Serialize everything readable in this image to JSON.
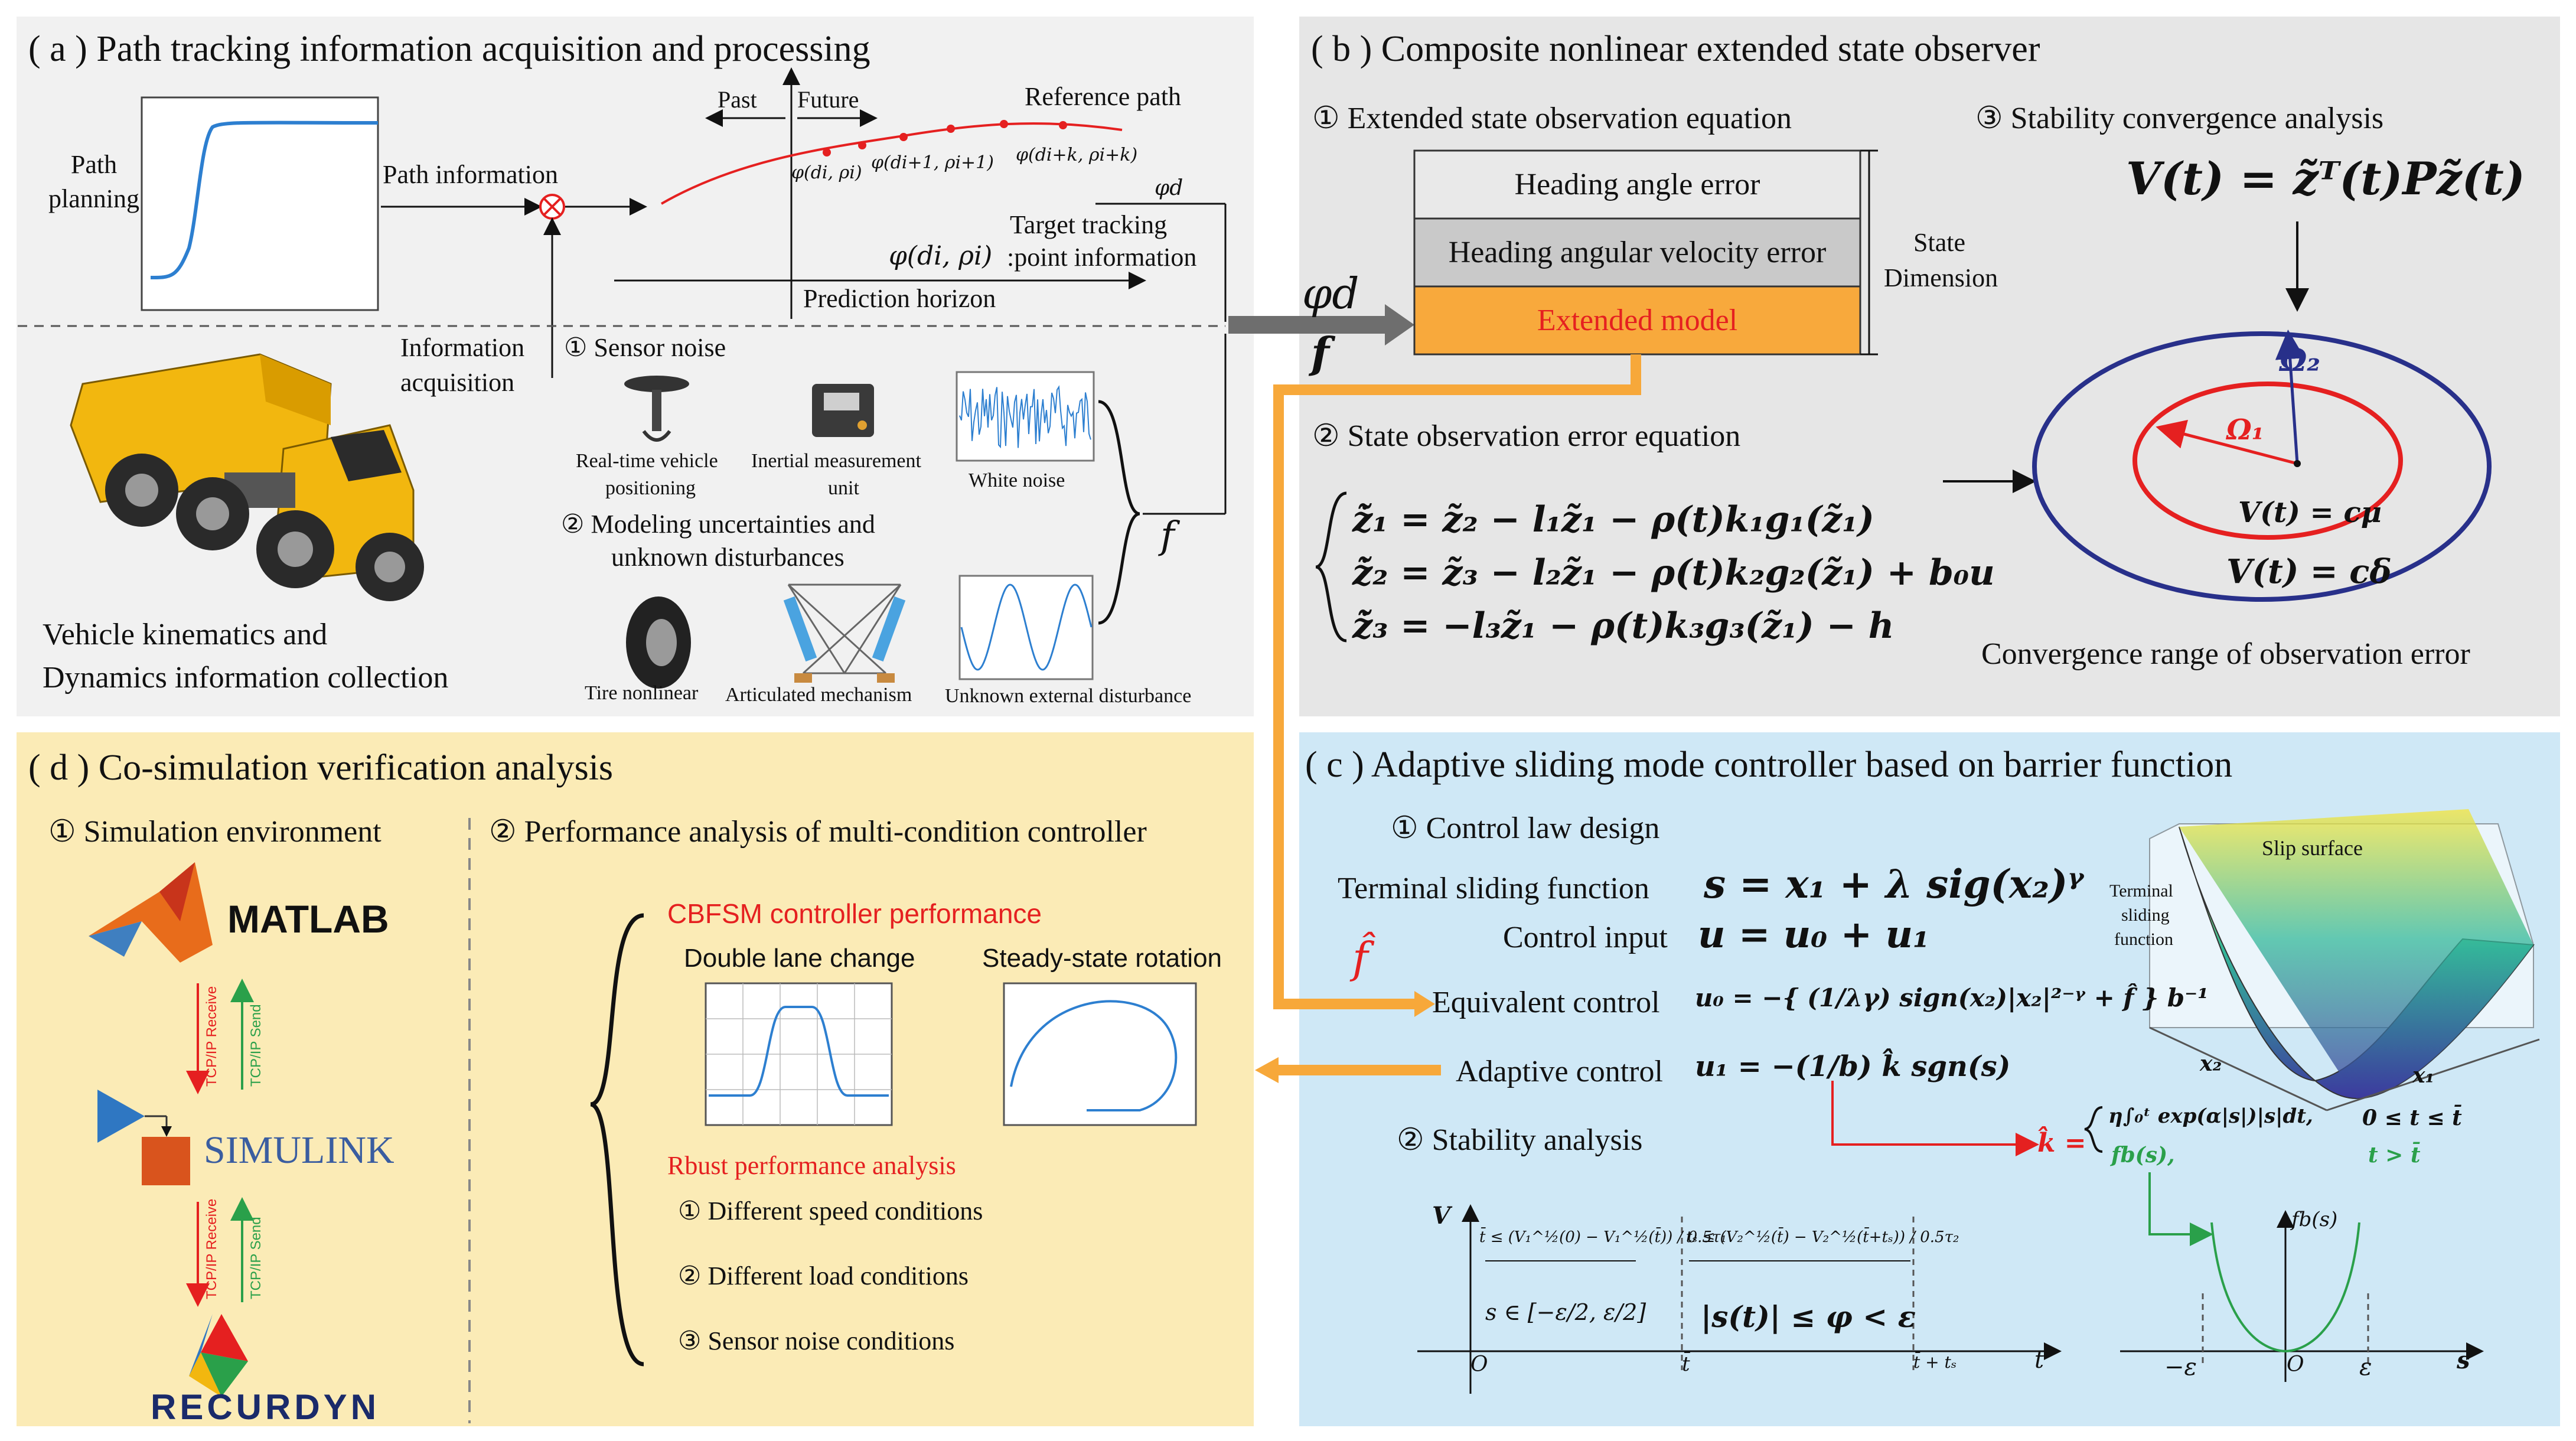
{
  "panel_a": {
    "title": "( a ) Path tracking information acquisition and processing",
    "path_planning": "Path\nplanning",
    "path_information": "Path information",
    "past": "Past",
    "future": "Future",
    "reference_path": "Reference path",
    "pt1": "φ(di, ρi)",
    "pt2": "φ(di+1, ρi+1)",
    "pt3": "φ(di+k, ρi+k)",
    "phi_d_small": "φd",
    "target_tracking": "Target tracking",
    "target_eq": "φ(di, ρi)",
    "point_info": ":point information",
    "prediction_horizon": "Prediction horizon",
    "info_acq_1": "Information",
    "info_acq_2": "acquisition",
    "sensor_noise": "① Sensor noise",
    "rtk_1": "Real-time vehicle",
    "rtk_2": "positioning",
    "imu_1": "Inertial measurement",
    "imu_2": "unit",
    "white_noise": "White noise",
    "modeling_1": "② Modeling uncertainties and",
    "modeling_2": "unknown disturbances",
    "tire": "Tire nonlinear",
    "articulated": "Articulated mechanism",
    "unknown_ext": "Unknown external disturbance",
    "f_label": "f",
    "vehicle_1": "Vehicle kinematics and",
    "vehicle_2": "Dynamics information collection"
  },
  "arrow_labels": {
    "phi_d": "φd",
    "f": "f",
    "f_hat": "f̂"
  },
  "panel_b": {
    "title": "( b ) Composite nonlinear extended state observer",
    "sub1": "① Extended state observation equation",
    "sub3": "③ Stability convergence analysis",
    "box1": "Heading angle error",
    "box2": "Heading angular velocity error",
    "box3": "Extended model",
    "state_dim_1": "State",
    "state_dim_2": "Dimension",
    "sub2": "② State observation error equation",
    "eq1": "ż̃₁ = z̃₂ − l₁z̃₁ − ρ(t)k₁g₁(z̃₁)",
    "eq2": "ż̃₂ = z̃₃ − l₂z̃₁ − ρ(t)k₂g₂(z̃₁) + b₀u",
    "eq3": "ż̃₃ = −l₃z̃₁ − ρ(t)k₃g₃(z̃₁) − h",
    "lyap": "V(t) = z̃ᵀ(t)Pz̃(t)",
    "omega1": "Ω₁",
    "omega2": "Ω₂",
    "v_cmu": "V(t) = cμ",
    "v_cdelta": "V(t) = cδ",
    "convergence": "Convergence range of observation error"
  },
  "panel_c": {
    "title": "( c ) Adaptive sliding mode controller based on barrier function",
    "sub1": "① Control law design",
    "terminal_label": "Terminal sliding function",
    "terminal_eq": "s = x₁ + λ sig(x₂)ᵞ",
    "control_input_label": "Control input",
    "control_input_eq": "u = u₀ + u₁",
    "equiv_label": "Equivalent control",
    "equiv_eq": "u₀ = −{ (1/λγ) sign(x₂)|x₂|²⁻ᵞ + f̂ } b⁻¹",
    "adaptive_label": "Adaptive control",
    "adaptive_eq": "u₁ = −(1/b) k̂ sgn(s)",
    "slip_surface": "Slip surface",
    "tsf_1": "Terminal",
    "tsf_2": "sliding",
    "tsf_3": "function",
    "axis_x1": "x₁",
    "axis_x2": "x₂",
    "sub2": "② Stability analysis",
    "k_hat": "k̂ =",
    "k_case1": "η∫₀ᵗ exp(α|s|)|s|dt,",
    "k_case1_cond": "0 ≤ t ≤ t̄",
    "k_case2": "fb(s),",
    "k_case2_cond": "t > t̄",
    "v_axis": "V",
    "t_cond1": "t̄ ≤ (V₁^½(0) − V₁^½(t̄)) / 0.5τ₁",
    "t_cond2": "tₛ ≤ (V₂^½(t̄) − V₂^½(t̄+tₛ)) / 0.5τ₂",
    "s_range": "s ∈ [−ε/2, ε/2]",
    "s_bound": "|s(t)| ≤ φ < ε",
    "o1": "O",
    "tbar": "t̄",
    "tbar_ts": "t̄ + tₛ",
    "t_axis": "t",
    "fb_axis": "fb(s)",
    "neg_eps": "−ε",
    "o2": "O",
    "eps": "ε",
    "s_axis": "s"
  },
  "panel_d": {
    "title": "( d ) Co-simulation verification analysis",
    "sub1": "① Simulation environment",
    "sub2": "② Performance analysis of multi-condition controller",
    "matlab": "MATLAB",
    "simulink": "SIMULINK",
    "recurdyn": "RECURDYN",
    "tcp_receive": "TCP/IP Receive",
    "tcp_send": "TCP/IP Send",
    "cbfsm": "CBFSM controller performance",
    "double_lane": "Double lane change",
    "steady_state": "Steady-state rotation",
    "robust": "Rbust performance analysis",
    "r1": "① Different speed conditions",
    "r2": "② Different load conditions",
    "r3": "③ Sensor noise conditions"
  },
  "colors": {
    "orange_arrow": "#f7a83a",
    "extended_box": "#f8a93c",
    "red": "#e52020",
    "blue_ellipse": "#28308a",
    "green": "#2aa04a"
  }
}
